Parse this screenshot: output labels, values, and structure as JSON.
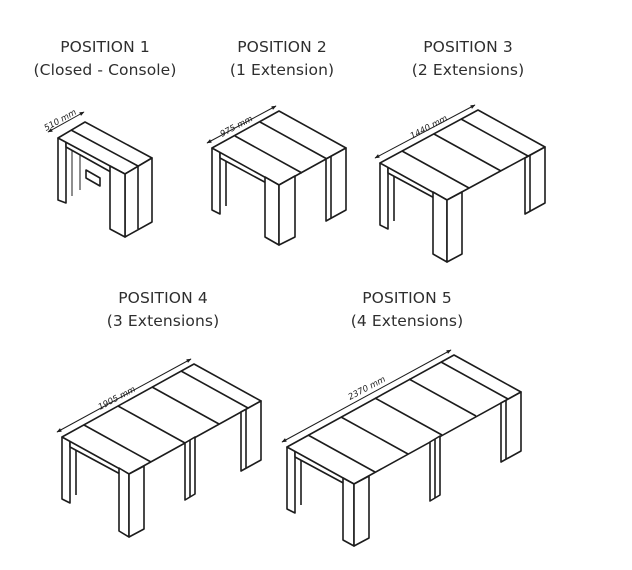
{
  "positions": [
    {
      "id": 1,
      "title": "POSITION 1",
      "subtitle": "(Closed - Console)",
      "dimension": "510 mm",
      "extensions": 0
    },
    {
      "id": 2,
      "title": "POSITION 2",
      "subtitle": "(1 Extension)",
      "dimension": "975 mm",
      "extensions": 1
    },
    {
      "id": 3,
      "title": "POSITION 3",
      "subtitle": "(2 Extensions)",
      "dimension": "1440 mm",
      "extensions": 2
    },
    {
      "id": 4,
      "title": "POSITION 4",
      "subtitle": "(3 Extensions)",
      "dimension": "1905 mm",
      "extensions": 3
    },
    {
      "id": 5,
      "title": "POSITION 5",
      "subtitle": "(4 Extensions)",
      "dimension": "2370 mm",
      "extensions": 4
    }
  ],
  "colors": {
    "line": "#1c1c1c",
    "text": "#2e2e2e",
    "background": "#ffffff"
  }
}
